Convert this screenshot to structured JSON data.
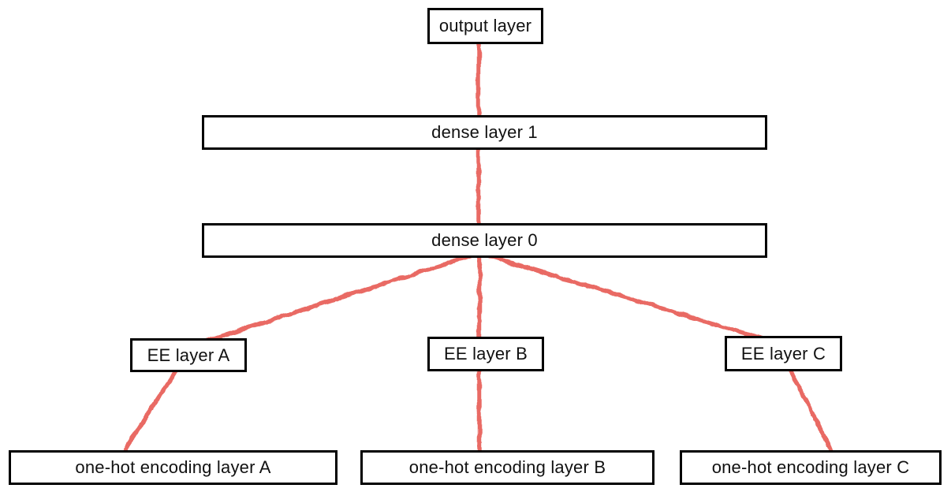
{
  "diagram": {
    "nodes": {
      "output": {
        "label": "output layer"
      },
      "dense1": {
        "label": "dense layer 1"
      },
      "dense0": {
        "label": "dense layer 0"
      },
      "ee_a": {
        "label": "EE layer A"
      },
      "ee_b": {
        "label": "EE layer B"
      },
      "ee_c": {
        "label": "EE layer C"
      },
      "onehot_a": {
        "label": "one-hot encoding layer A"
      },
      "onehot_b": {
        "label": "one-hot encoding layer B"
      },
      "onehot_c": {
        "label": "one-hot encoding layer C"
      }
    },
    "edges": [
      {
        "from": "output layer",
        "to": "dense layer 1"
      },
      {
        "from": "dense layer 1",
        "to": "dense layer 0"
      },
      {
        "from": "dense layer 0",
        "to": "EE layer A"
      },
      {
        "from": "dense layer 0",
        "to": "EE layer B"
      },
      {
        "from": "dense layer 0",
        "to": "EE layer C"
      },
      {
        "from": "EE layer A",
        "to": "one-hot encoding layer A"
      },
      {
        "from": "EE layer B",
        "to": "one-hot encoding layer B"
      },
      {
        "from": "EE layer C",
        "to": "one-hot encoding layer C"
      }
    ],
    "colors": {
      "edge": "#e8645c",
      "box_border": "#000000",
      "box_fill": "#ffffff",
      "text": "#111111",
      "background": "#ffffff"
    }
  }
}
